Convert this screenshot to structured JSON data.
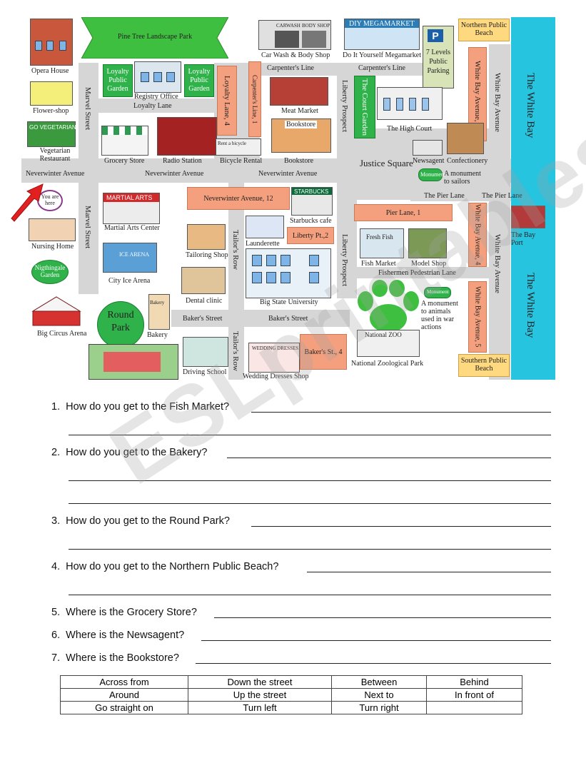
{
  "map": {
    "places": {
      "opera_house": "Opera House",
      "flower_shop": "Flower-shop",
      "vegetarian_restaurant": "Vegetarian Restaurant",
      "vegetarian_sign": "GO VEGETARIAN",
      "pine_tree_park": "Pine Tree Landscape Park",
      "car_wash": "Car Wash & Body Shop",
      "car_wash_sign": "CARWASH",
      "body_shop_sign": "BODY SHOP",
      "megamarket": "Do It Yourself Megamarket",
      "megamarket_sign": "DIY MEGAMARKET",
      "parking": "7 Levels Public Parking",
      "parking_sign": "P",
      "northern_beach": "Northern Public Beach",
      "southern_beach": "Southern Public Beach",
      "loyalty_garden_1": "Loyalty Public Garden",
      "loyalty_garden_2": "Loyalty Public Garden",
      "registry_office": "Registry Office",
      "meat_market": "Meat Market",
      "bookstore": "Bookstore",
      "bookstore_sign": "Bookstore",
      "court_garden": "The Court Garden",
      "high_court": "The High Court",
      "newsagent": "Newsagent",
      "confectionery": "Confectionery",
      "monument_sailors": "A monument to sailors",
      "monument_sign": "Monument",
      "grocery_store": "Grocery Store",
      "radio_station": "Radio Station",
      "bicycle_rental": "Bicycle Rental",
      "bicycle_sign": "Rent a bicycle",
      "justice_square": "Justice Square",
      "you_are_here": "You are here",
      "neverwinter_12": "Neverwinter Avenue, 12",
      "starbucks": "Starbucks cafe",
      "starbucks_sign": "STARBUCKS",
      "martial_arts": "Martial Arts Center",
      "martial_arts_sign": "MARTIAL ARTS",
      "nursing_home": "Nursing Home",
      "nightingale_garden": "Nigthingale Garden",
      "tailoring_shop": "Tailoring Shop",
      "launderette": "Launderette",
      "liberty_pt_2": "Liberty Pt.,2",
      "pier_lane_1": "Pier Lane, 1",
      "fish_market": "Fish Market",
      "fish_sign": "Fresh Fish",
      "model_shop": "Model Shop",
      "city_ice_arena": "City Ice Arena",
      "ice_arena_sign": "ICE ARENA",
      "dental_clinic": "Dental clinic",
      "university": "Big State University",
      "bay_port": "The Bay Port",
      "big_circus": "Big Circus Arena",
      "round_park": "Round Park",
      "bakery": "Bakery",
      "bakery_sign": "Bakery",
      "driving_school": "Driving School",
      "wedding_dresses": "Wedding Dresses Shop",
      "wedding_sign": "WEDDING DRESSES",
      "bakers_st_4": "Baker's St., 4",
      "zoo": "National Zoological Park",
      "zoo_sign": "National ZOO",
      "monument_animals": "A monument to animals used in war actions",
      "white_bay_1": "White Bay Avenue, 1",
      "white_bay_4": "White Bay Avenue, 4",
      "white_bay_5": "White Bay Avenue, 5",
      "loyalty_lane_4": "Loyalty Lane, 4",
      "carpenter_lane_1": "Carpenter's Line, 1"
    },
    "streets": {
      "marvel_1": "Marvel Street",
      "marvel_2": "Marvel Street",
      "loyalty_lane": "Loyalty Lane",
      "carpenters_1": "Carpenter's Line",
      "carpenters_2": "Carpenter's Line",
      "liberty_1": "Liberty Prospect",
      "liberty_2": "Liberty Prospect",
      "neverwinter_1": "Neverwinter Avenue",
      "neverwinter_2": "Neverwinter Avenue",
      "neverwinter_3": "Neverwinter Avenue",
      "white_bay_ave_1": "White Bay Avenue",
      "white_bay_ave_2": "White Bay Avenue",
      "pier_lane_1": "The Pier Lane",
      "pier_lane_2": "The Pier Lane",
      "fishermen": "Fishermen Pedestrian Lane",
      "tailors_1": "Tailor's Row",
      "tailors_2": "Tailor's Row",
      "bakers_1": "Baker's Street",
      "bakers_2": "Baker's Street",
      "white_bay_1": "The White Bay",
      "white_bay_2": "The White Bay"
    },
    "colors": {
      "road": "#d6d6d6",
      "bay": "#27c4e0",
      "salmon": "#f4a07e",
      "green": "#2fb24a",
      "arrow": "#e32020",
      "beach": "#ffd980"
    }
  },
  "questions": [
    {
      "num": "1.",
      "text": "How do you get to the Fish Market?"
    },
    {
      "num": "2.",
      "text": "How do you get to the Bakery?"
    },
    {
      "num": "3.",
      "text": "How do you get to the Round Park?"
    },
    {
      "num": "4.",
      "text": "How do you get to the Northern Public Beach?"
    },
    {
      "num": "5.",
      "text": "Where is the Grocery Store?"
    },
    {
      "num": "6.",
      "text": "Where is the Newsagent?"
    },
    {
      "num": "7.",
      "text": "Where is the Bookstore?"
    }
  ],
  "word_bank": [
    [
      "Across from",
      "Down the street",
      "Between",
      "Behind"
    ],
    [
      "Around",
      "Up the street",
      "Next to",
      "In front of"
    ],
    [
      "Go straight on",
      "Turn left",
      "Turn right",
      ""
    ]
  ],
  "watermark": "ESLprintables.com"
}
